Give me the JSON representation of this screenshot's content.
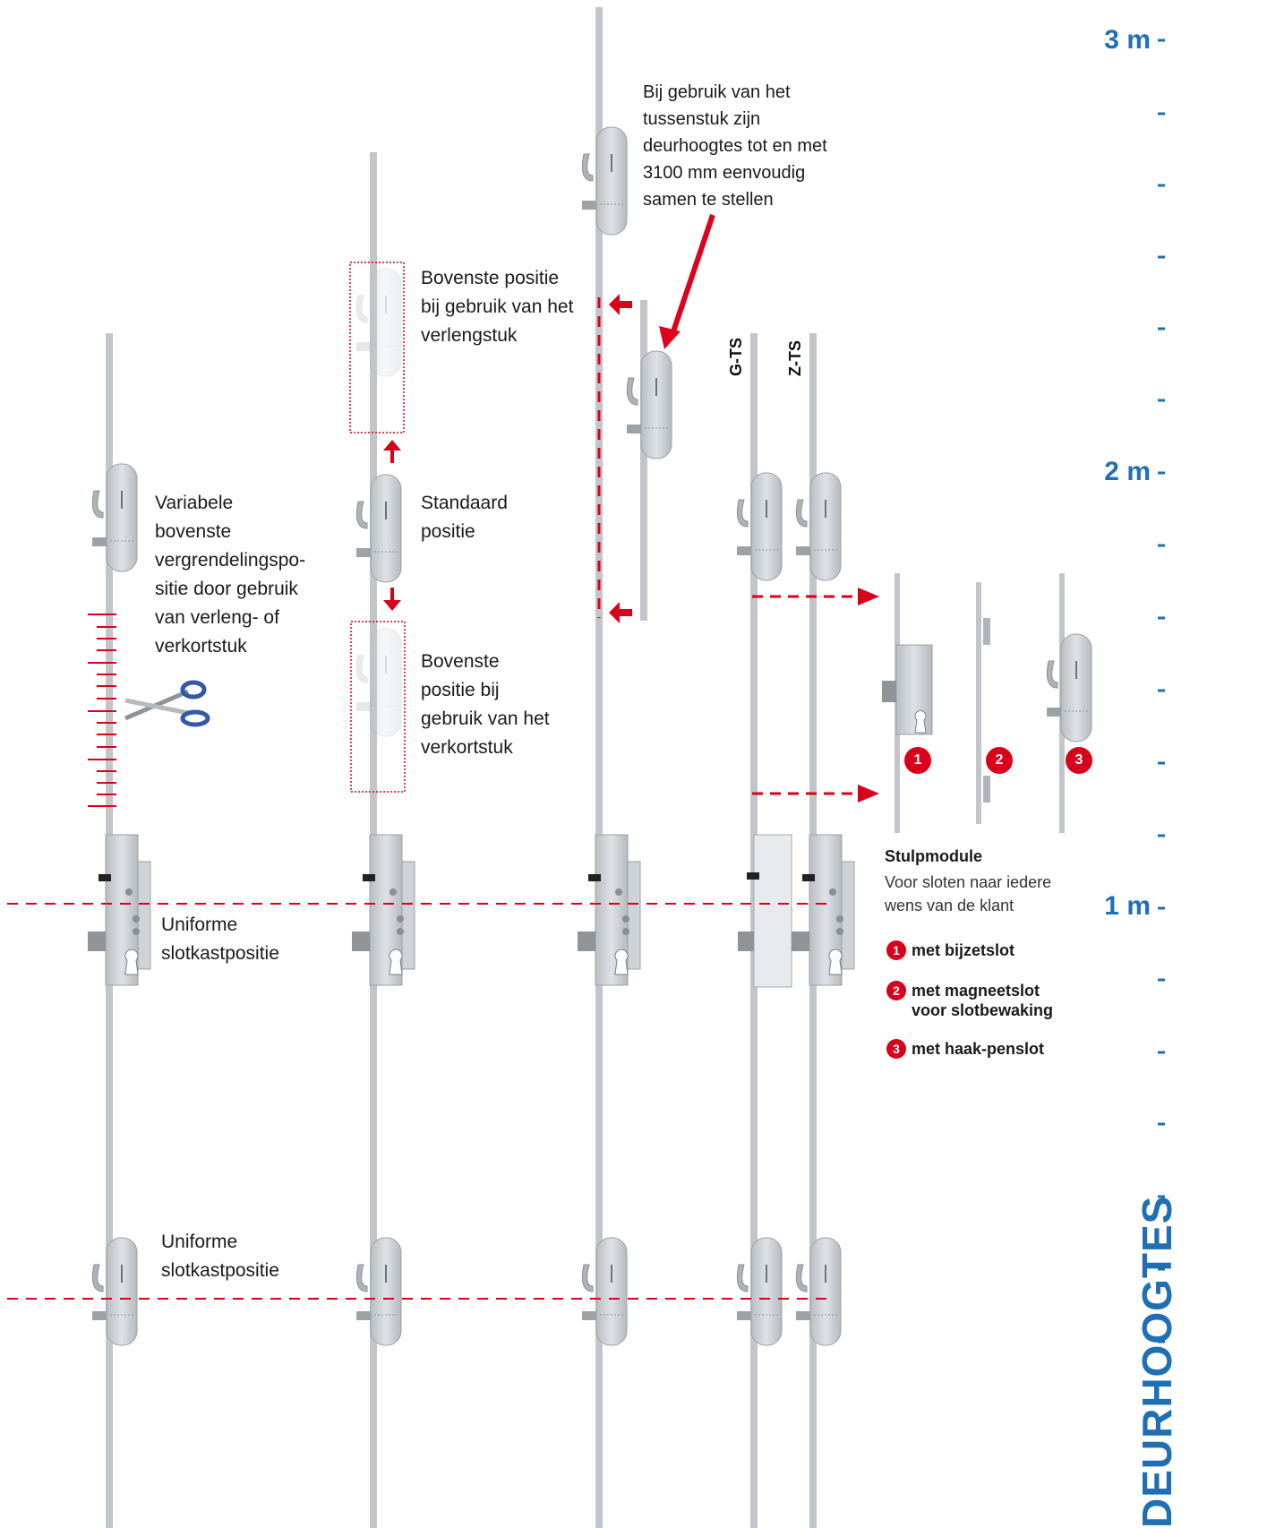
{
  "labels": {
    "variabele": "Variabele\nbovenste\nvergrendelingspo-\nsitie door gebruik\nvan verleng- of\nverkortstuk",
    "bovenste_verleng": "Bovenste positie\nbij gebruik van het\nverlengstuk",
    "standaard": "Standaard\npositie",
    "bovenste_verkort": "Bovenste\npositie bij\ngebruik van het\nverkortstuk",
    "tussenstuk": "Bij gebruik van het\ntussenstuk zijn\ndeurhoogtes tot en met\n3100 mm eenvoudig\nsamen te stellen",
    "uniforme_1": "Uniforme\nslotkastpositie",
    "uniforme_2": "Uniforme\nslotkastpositie"
  },
  "rod_labels": {
    "g_ts": "G-TS",
    "z_ts": "Z-TS"
  },
  "scale": {
    "title": "DEURHOOGTES",
    "marks": [
      "3 m",
      "2 m",
      "1 m"
    ],
    "color": "#1f6fb4"
  },
  "stulp": {
    "title": "Stulpmodule",
    "description": "Voor sloten naar iedere wens van de klant",
    "numbers": [
      "1",
      "2",
      "3"
    ],
    "legend": [
      {
        "num": "1",
        "text": "met bijzetslot"
      },
      {
        "num": "2",
        "text": "met magneetslot\nvoor slotbewaking"
      },
      {
        "num": "3",
        "text": "met haak-penslot"
      }
    ]
  },
  "colors": {
    "accent": "#d9001b",
    "scale": "#1f6fb4",
    "hardware": "#c9cdd1"
  }
}
